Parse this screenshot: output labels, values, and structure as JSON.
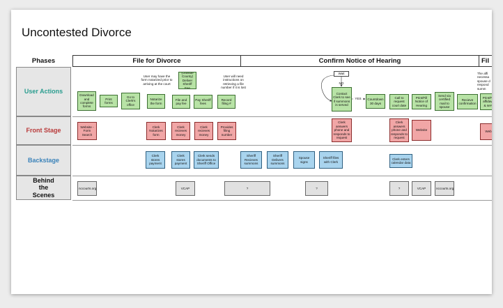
{
  "title": "Uncontested Divorce",
  "phases_label": "Phases",
  "lanes": {
    "user_actions": "User Actions",
    "front_stage": "Front Stage",
    "backstage": "Backstage",
    "behind_scenes": "Behind the Scenes"
  },
  "phases": {
    "file_for_divorce": "File for Divorce",
    "confirm_notice": "Confirm Notice of Hearing",
    "file_truncated": "Fil"
  },
  "colors": {
    "user_actions_label": "#2a9d8f",
    "front_stage_label": "#b93a3a",
    "backstage_label": "#3a82b9",
    "behind_label": "#111111"
  },
  "user_actions": {
    "download": "Download and complete forms",
    "print": "Print forms",
    "go_clerk": "Go to Clerk's office",
    "notarize": "Notarize the form",
    "outside_county": "(Outside County) Deliver Sheriff Fee",
    "file_pay": "File and pay fee",
    "pay_sheriff": "Pay Sheriff fees",
    "record_filing": "Record filing #",
    "wait": "Wait",
    "contact_clerk": "Contact Clerk to see if summons is served",
    "countdown": "Countdown 30 days",
    "call_request": "Call to request court date",
    "print_fill": "Print/Fill Notice of Hearing",
    "send_mail": "Send via certified mail to spouse",
    "recieve_confirm": "Recieve confirmation",
    "print_affidavit": "Print/Fill affidavit & serv"
  },
  "notes": {
    "notarized": "User may have the form notarized prior to arriving at the court",
    "instructions": "User will need instructions on retrieving a file number if it is lost",
    "affidavit": "The affi necessa spouse d respond summ"
  },
  "decision": {
    "no": "NO",
    "yes": "YES"
  },
  "front_stage": {
    "website_search": "Website - Form Search",
    "clerk_notarizes": "Clerk Notarizes form",
    "clerk_receives_money_1": "Clerk recieves money",
    "clerk_receives_money_2": "Clerk recieves money",
    "provides_filing": "Provides filing number",
    "clerk_answers_1": "Clerk answers phone and responds to request",
    "clerk_answers_2": "Clerk answers phone and responds to request",
    "website": "Website",
    "web_truncated": "Web"
  },
  "backstage": {
    "clerk_stores_1": "Clerk stores payment",
    "clerk_stores_2": "Clerk stores payment",
    "clerk_sends": "Clerk sends documents to Sheriff Office",
    "sheriff_receives": "Sheriff Recieves summons",
    "sheriff_delivers": "Sheriff Delivers summons",
    "spouse_signs": "Spouse signs",
    "sheriff_files": "Sheriff files with Clerk",
    "clerk_enters": "Clerk enters calendar data"
  },
  "behind": {
    "nccourts_1": "nccourts.org",
    "vcap_1": "VCAP",
    "q1": "?",
    "q2": "?",
    "q3": "?",
    "vcap_2": "VCAP",
    "nccourts_2": "nccourts.org"
  }
}
